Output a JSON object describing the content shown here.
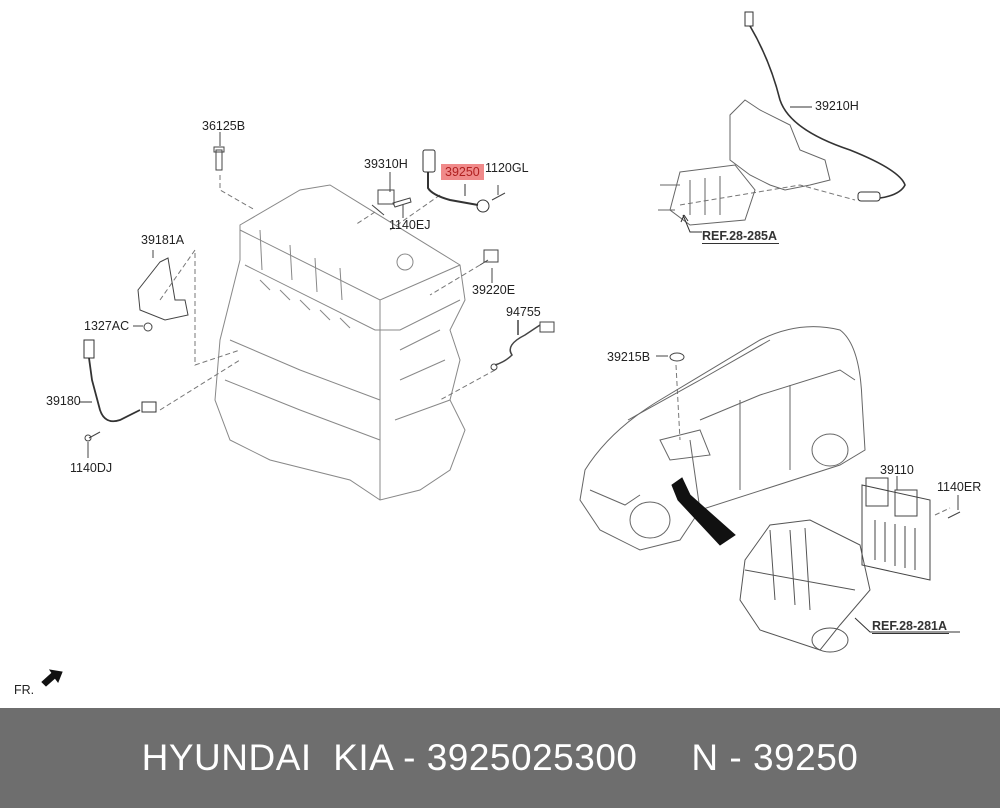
{
  "labels": {
    "l36125B": "36125B",
    "l39310H": "39310H",
    "l39250": "39250",
    "l1120GL": "1120GL",
    "l1140EJ": "1140EJ",
    "l39181A": "39181A",
    "l39220E": "39220E",
    "l94755": "94755",
    "l1327AC": "1327AC",
    "l39180": "39180",
    "l1140DJ": "1140DJ",
    "l39210H": "39210H",
    "l39215B": "39215B",
    "l39110": "39110",
    "l1140ER": "1140ER"
  },
  "refs": {
    "r285A": "REF.28-285A",
    "r281A": "REF.28-281A"
  },
  "fr_label": "FR.",
  "highlight_color": "#f08a8a",
  "banner": {
    "text": "HYUNDAI  KIA - 3925025300     N - 39250",
    "background": "#6e6e6e"
  }
}
